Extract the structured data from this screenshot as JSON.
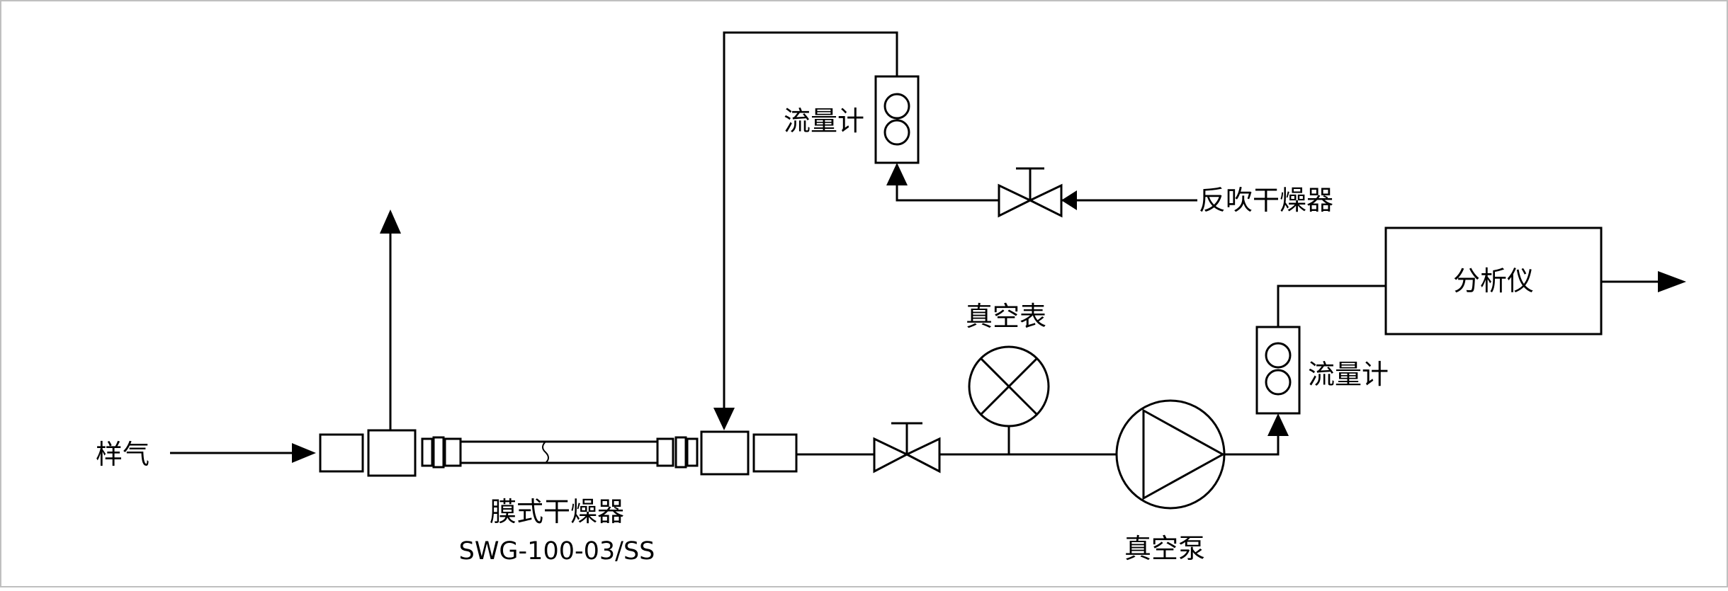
{
  "diagram": {
    "colors": {
      "line": "#000000",
      "background": "#ffffff",
      "border": "#bfbfbf"
    },
    "labels": {
      "sample_gas": "样气",
      "membrane_dryer": "膜式干燥器",
      "dryer_model": "SWG-100-03/SS",
      "flowmeter_top": "流量计",
      "purge_dryer": "反吹干燥器",
      "vacuum_gauge": "真空表",
      "vacuum_pump": "真空泵",
      "flowmeter_right": "流量计",
      "analyzer": "分析仪"
    },
    "icons": {
      "valve": "gate-valve-icon",
      "gauge": "gauge-icon",
      "pump": "pump-icon",
      "flowmeter": "flowmeter-icon"
    }
  }
}
